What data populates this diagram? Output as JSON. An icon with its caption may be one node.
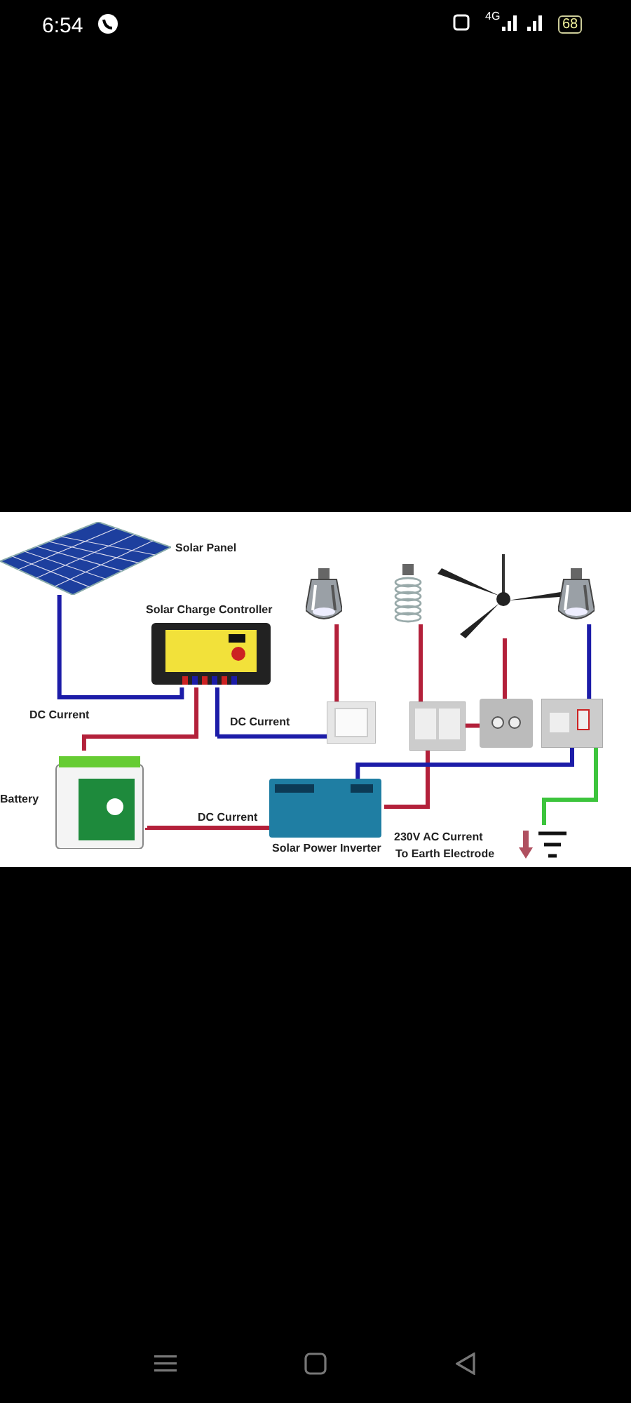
{
  "diagram": {
    "nodes": [
      {
        "text": [
          "Solar Panel"
        ]
      },
      {
        "text": [
          "Solar Charge Controller"
        ]
      },
      {
        "text": [
          "Battery"
        ]
      },
      {
        "text": [
          "Solar Power Inverter"
        ]
      },
      {
        "text": [],
        "shape": "picture"
      },
      {
        "text": [],
        "shape": "picture"
      },
      {
        "text": [],
        "shape": "picture"
      },
      {
        "text": [],
        "shape": "picture"
      },
      {
        "text": [],
        "shape": "picture"
      },
      {
        "text": [],
        "shape": "picture"
      },
      {
        "text": [],
        "shape": "picture"
      },
      {
        "text": [],
        "shape": "picture"
      },
      {
        "text": [],
        "shape": "picture"
      }
    ],
    "edges": [
      {
        "from": 0,
        "to": 1,
        "arrow": "none",
        "color": "#1c1ca8"
      },
      {
        "from": 1,
        "to": 2,
        "arrow": "none",
        "label": "DC Current"
      },
      {
        "from": 1,
        "to": 8,
        "arrow": "none",
        "label": "DC Current",
        "color": "#1c1ca8"
      },
      {
        "from": 8,
        "to": 4,
        "arrow": "none"
      },
      {
        "from": 2,
        "to": 3,
        "arrow": "none",
        "label": "DC Current"
      },
      {
        "from": 3,
        "to": 9,
        "arrow": "none",
        "label": "230V AC Current"
      },
      {
        "from": 9,
        "to": 5,
        "arrow": "none"
      },
      {
        "from": 9,
        "to": 10,
        "arrow": "none"
      },
      {
        "from": 10,
        "to": 6,
        "arrow": "none"
      },
      {
        "from": 3,
        "to": 11,
        "arrow": "none",
        "color": "#1c1ca8"
      },
      {
        "from": 11,
        "to": 7,
        "arrow": "none",
        "color": "#1c1ca8"
      },
      {
        "from": 11,
        "to": 12,
        "arrow": "none",
        "color": "#3cc43c"
      }
    ],
    "labels": [
      "6:54",
      "4G",
      "68",
      "To Earth Electrode"
    ]
  }
}
